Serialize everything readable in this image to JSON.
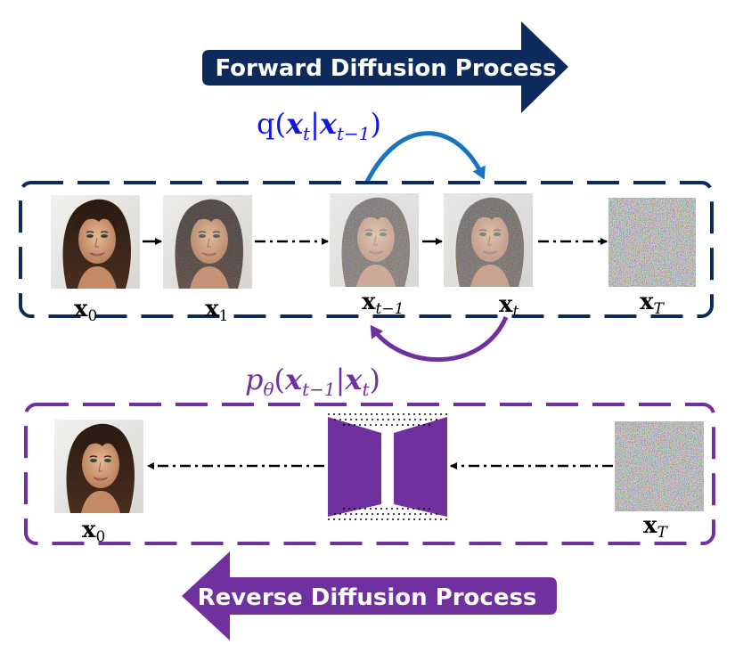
{
  "forward": {
    "title": "Forward Diffusion Process",
    "equation": {
      "fn": "q(",
      "a": "x",
      "a_sub": "t",
      "bar": "|",
      "b": "x",
      "b_sub": "t−1",
      "close": ")"
    }
  },
  "reverse": {
    "title": "Reverse Diffusion Process",
    "equation": {
      "fn": "p",
      "fn_sub": "θ",
      "open": "(",
      "a": "x",
      "a_sub": "t−1",
      "bar": "|",
      "b": "x",
      "b_sub": "t",
      "close": ")"
    }
  },
  "forward_states": [
    {
      "var": "x",
      "sub": "0"
    },
    {
      "var": "x",
      "sub": "1"
    },
    {
      "var": "x",
      "sub": "t−1"
    },
    {
      "var": "x",
      "sub": "t"
    },
    {
      "var": "x",
      "sub": "T"
    }
  ],
  "reverse_states": [
    {
      "var": "x",
      "sub": "0"
    },
    {
      "var": "x",
      "sub": "T"
    }
  ],
  "colors": {
    "forward": "#0d2a5c",
    "forward_arc": "#1a73c0",
    "reverse": "#7030a0",
    "forward_eq": "#1414e0",
    "reverse_eq": "#7030a0"
  }
}
